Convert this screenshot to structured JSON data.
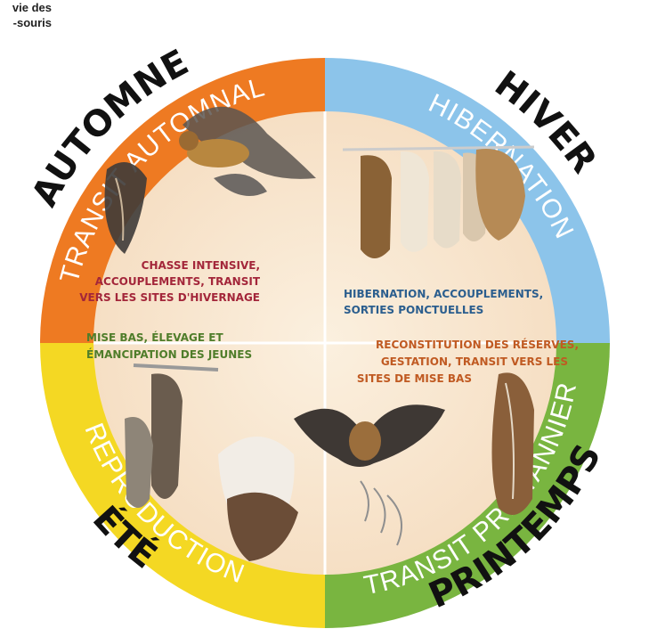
{
  "caption": {
    "line1": "vie des",
    "line2": "-souris"
  },
  "seasons": {
    "autumn": "AUTOMNE",
    "winter": "HIVER",
    "spring": "PRINTEMPS",
    "summer": "ÉTÉ"
  },
  "ring": {
    "autumn": "TRANSIT AUTOMNAL",
    "winter": "HIBERNATION",
    "spring": "TRANSIT PRINTANNIER",
    "summer": "REPRODUCTION"
  },
  "descriptions": {
    "autumn": [
      "CHASSE INTENSIVE,",
      "ACCOUPLEMENTS, TRANSIT",
      "VERS LES SITES D'HIVERNAGE"
    ],
    "winter": [
      "HIBERNATION, ACCOUPLEMENTS,",
      "SORTIES PONCTUELLES"
    ],
    "summer": [
      "MISE BAS, ÉLEVAGE ET",
      "ÉMANCIPATION DES JEUNES"
    ],
    "spring": [
      "RECONSTITUTION DES RÉSERVES,",
      "GESTATION, TRANSIT VERS LES",
      "SITES DE MISE BAS"
    ]
  },
  "colors": {
    "autumn_band": "#ee7a22",
    "winter_band": "#8cc4ea",
    "spring_band": "#79b540",
    "summer_band": "#f4d823",
    "inner_fill": "#f9e8d2",
    "autumn_text": "#a3263a",
    "winter_text": "#2b5e8e",
    "summer_text": "#4f7d2a",
    "spring_text": "#c05a22",
    "season_text": "#111111"
  },
  "icons": [
    "bat-flying-icon",
    "bat-hanging-icon",
    "bat-cluster-icon",
    "bat-echolocation-icon"
  ]
}
